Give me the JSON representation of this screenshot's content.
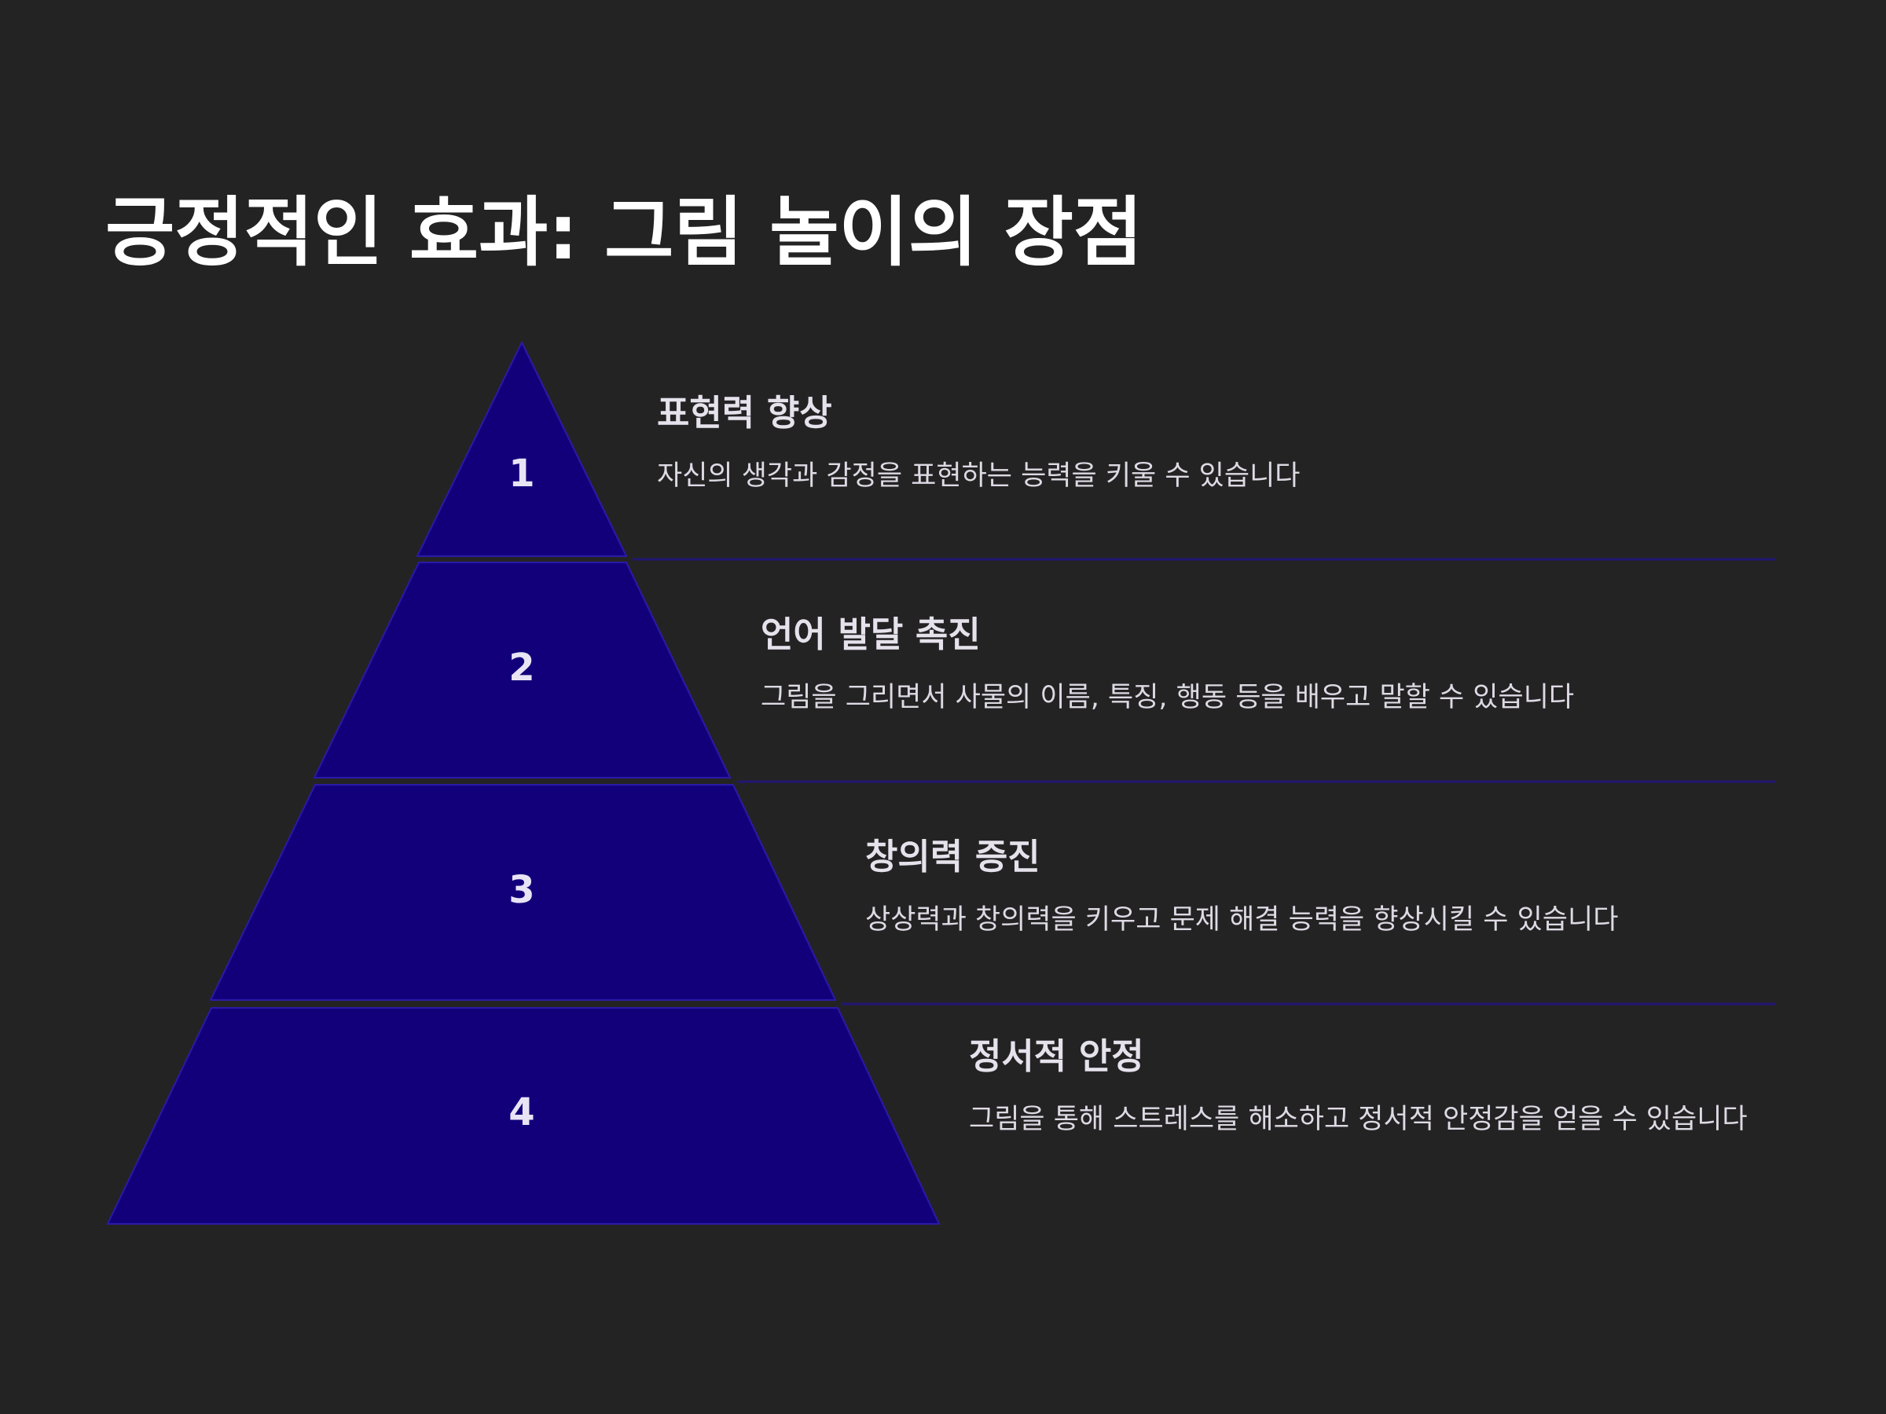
{
  "title": "긍정적인 효과: 그림 놀이의 장점",
  "colors": {
    "background": "#242324",
    "tier_fill": "#12007b",
    "tier_stroke": "#2a1aa8",
    "divider": "#211673",
    "text": "#ffffff"
  },
  "tiers": [
    {
      "number": "1",
      "heading": "표현력 향상",
      "description": "자신의 생각과 감정을 표현하는 능력을 키울 수 있습니다"
    },
    {
      "number": "2",
      "heading": "언어 발달 촉진",
      "description": "그림을 그리면서 사물의 이름, 특징, 행동 등을 배우고 말할 수 있습니다"
    },
    {
      "number": "3",
      "heading": "창의력 증진",
      "description": "상상력과 창의력을 키우고 문제 해결 능력을 향상시킬 수 있습니다"
    },
    {
      "number": "4",
      "heading": "정서적 안정",
      "description": "그림을 통해 스트레스를 해소하고 정서적 안정감을 얻을 수 있습니다"
    }
  ]
}
